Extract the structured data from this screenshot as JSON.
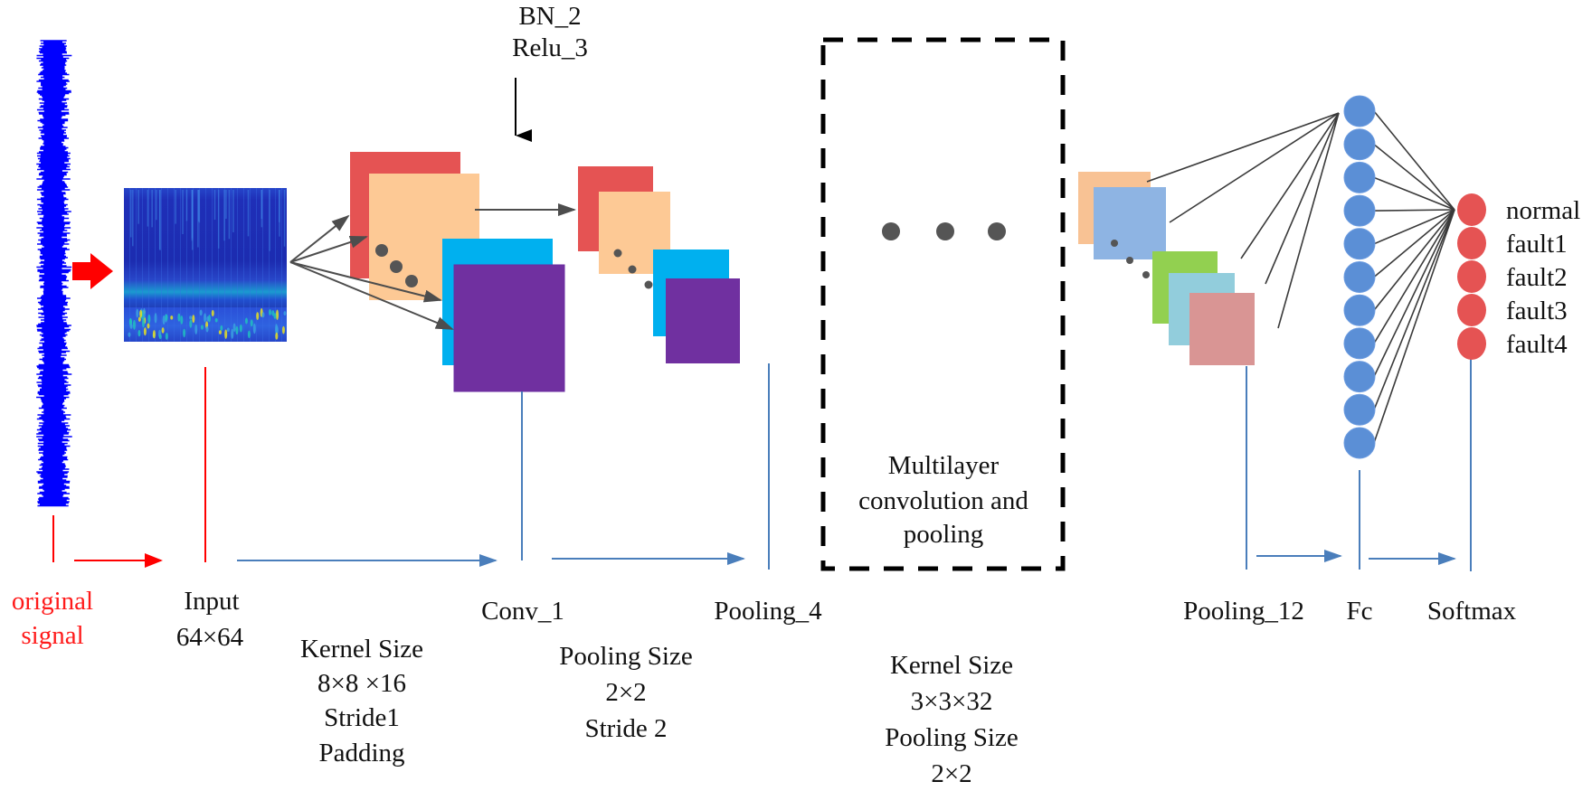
{
  "signal": {
    "label_line1": "original",
    "label_line2": "signal",
    "color": "#0000ff"
  },
  "input": {
    "label": "Input",
    "size": "64×64"
  },
  "conv1": {
    "label": "Conv_1",
    "params": [
      "Kernel Size",
      "8×8 ×16",
      "Stride1",
      "Padding"
    ]
  },
  "bn_relu": {
    "line1": "BN_2",
    "line2": "Relu_3"
  },
  "pool4": {
    "label": "Pooling_4",
    "params": [
      "Pooling Size",
      "2×2",
      "Stride 2"
    ]
  },
  "multilayer": {
    "line1": "Multilayer",
    "line2": "convolution and",
    "line3": "pooling",
    "params": [
      "Kernel Size",
      "3×3×32",
      "Pooling Size",
      "2×2"
    ]
  },
  "pool12": {
    "label": "Pooling_12"
  },
  "fc": {
    "label": "Fc",
    "nodes": 11
  },
  "softmax": {
    "label": "Softmax",
    "classes": [
      "normal",
      "fault1",
      "fault2",
      "fault3",
      "fault4"
    ]
  },
  "colors": {
    "red_map": "#e55353",
    "peach_map": "#fdc995",
    "cyan_map": "#00b0ef",
    "purple_map": "#7030a0",
    "fc_node": "#5b8fd6",
    "softmax_node": "#e55353",
    "flow_arrow": "#4a7ebb",
    "signal_arrow": "#ff0000"
  }
}
